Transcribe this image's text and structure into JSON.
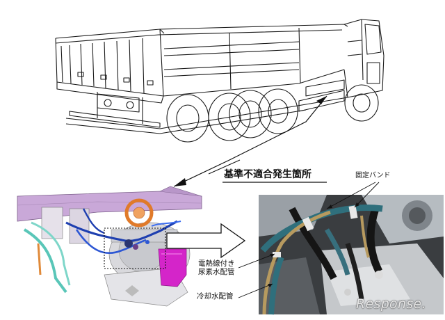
{
  "callouts": {
    "nonconformity_location": "基準不適合発生箇所",
    "fixing_band": "固定バンド",
    "heated_urea_pipe_line1": "電熱線付き",
    "heated_urea_pipe_line2": "尿素水配管",
    "coolant_pipe": "冷却水配管"
  },
  "watermark": {
    "logo_text": "Response."
  },
  "colors": {
    "cad_frame": "#c9a8d8",
    "urea_pipe": "#1e3fb0",
    "coolant_pipe": "#59c6b8",
    "tank_magenta": "#d425c9",
    "heat_shield_orange": "#e07a2a",
    "photo_pipe_blue": "#2f6f7c",
    "photo_pipe_tan": "#b79a5f"
  }
}
